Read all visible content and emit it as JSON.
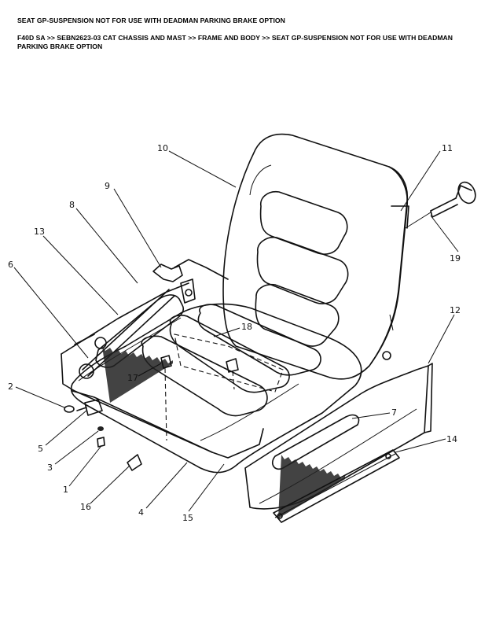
{
  "header": {
    "title": "SEAT GP-SUSPENSION NOT FOR USE WITH DEADMAN PARKING BRAKE OPTION",
    "breadcrumb": "F40D SA >> SEBN2623-03 CAT CHASSIS AND MAST >> FRAME AND BODY >> SEAT GP-SUSPENSION NOT FOR USE WITH DEADMAN PARKING BRAKE OPTION"
  },
  "callouts": [
    {
      "id": "c10",
      "label": "10"
    },
    {
      "id": "c11",
      "label": "11"
    },
    {
      "id": "c9",
      "label": "9"
    },
    {
      "id": "c8",
      "label": "8"
    },
    {
      "id": "c13",
      "label": "13"
    },
    {
      "id": "c6",
      "label": "6"
    },
    {
      "id": "c19",
      "label": "19"
    },
    {
      "id": "c12",
      "label": "12"
    },
    {
      "id": "c18",
      "label": "18"
    },
    {
      "id": "c17",
      "label": "17"
    },
    {
      "id": "c2",
      "label": "2"
    },
    {
      "id": "c7",
      "label": "7"
    },
    {
      "id": "c5",
      "label": "5"
    },
    {
      "id": "c3",
      "label": "3"
    },
    {
      "id": "c14",
      "label": "14"
    },
    {
      "id": "c1",
      "label": "1"
    },
    {
      "id": "c16",
      "label": "16"
    },
    {
      "id": "c4",
      "label": "4"
    },
    {
      "id": "c15",
      "label": "15"
    }
  ]
}
